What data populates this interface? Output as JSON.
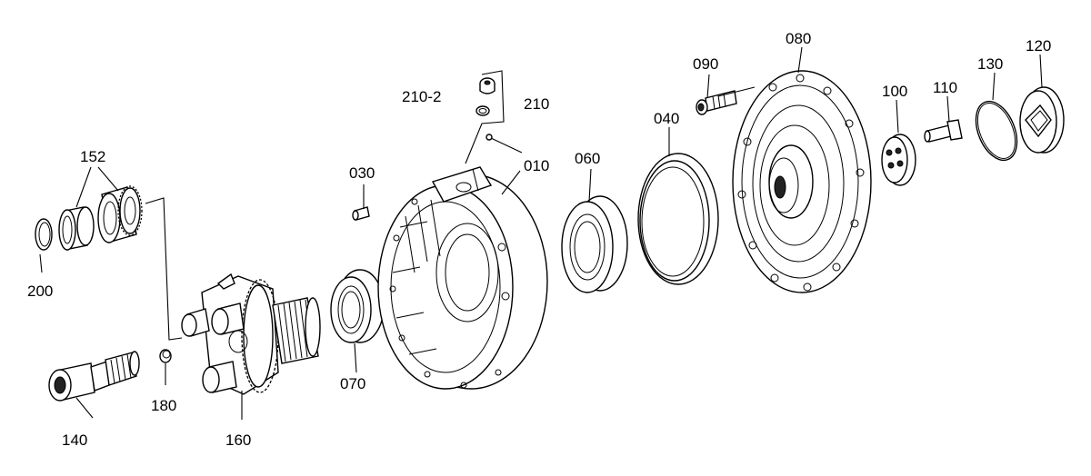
{
  "labels": {
    "p010": "010",
    "p030": "030",
    "p040": "040",
    "p060": "060",
    "p070": "070",
    "p080": "080",
    "p090": "090",
    "p100": "100",
    "p110": "110",
    "p120": "120",
    "p130": "130",
    "p140": "140",
    "p152": "152",
    "p160": "160",
    "p180": "180",
    "p200": "200",
    "p210": "210",
    "p210_2": "210-2"
  }
}
